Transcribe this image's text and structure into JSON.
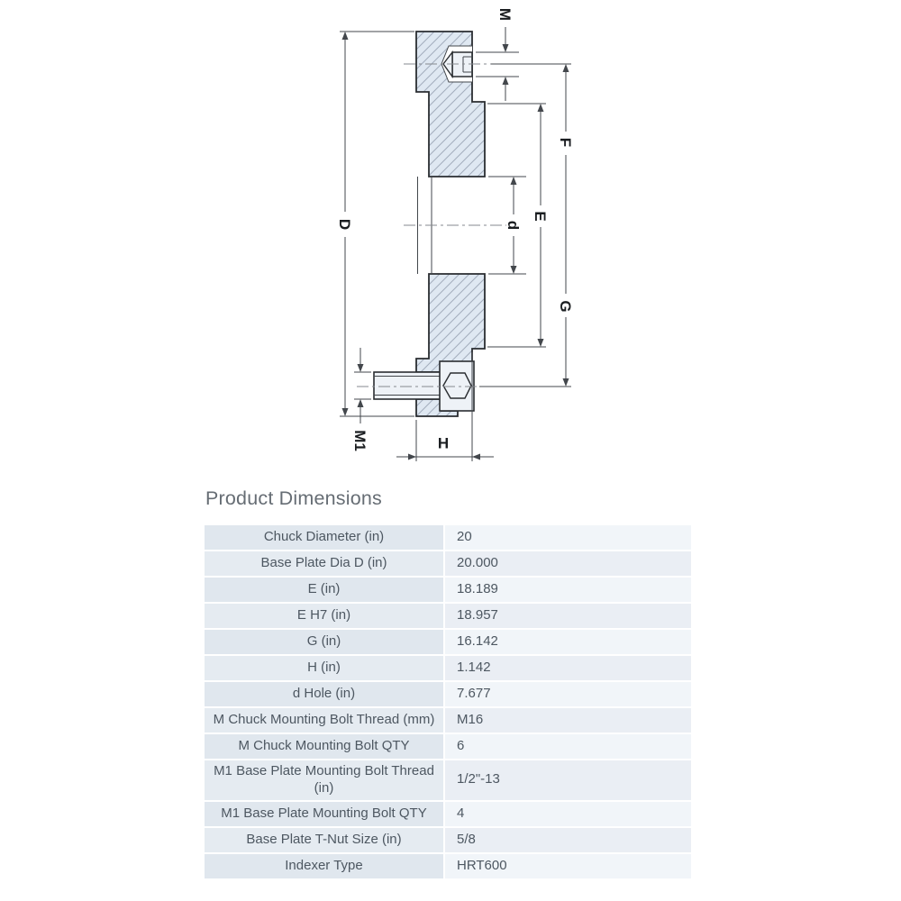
{
  "drawing": {
    "dim_labels": {
      "D": "D",
      "M": "M",
      "F": "F",
      "E": "E",
      "d": "d",
      "G": "G",
      "H": "H",
      "M1": "M1"
    },
    "colors": {
      "fill": "#dfe8f2",
      "hatch": "#a3adbd",
      "outline": "#2a2d31",
      "dimension": "#43474c"
    }
  },
  "section_title": "Product Dimensions",
  "table": {
    "rows": [
      {
        "label": "Chuck Diameter (in)",
        "value": "20"
      },
      {
        "label": "Base Plate Dia D (in)",
        "value": "20.000"
      },
      {
        "label": "E (in)",
        "value": "18.189"
      },
      {
        "label": "E H7 (in)",
        "value": "18.957"
      },
      {
        "label": "G (in)",
        "value": "16.142"
      },
      {
        "label": "H (in)",
        "value": "1.142"
      },
      {
        "label": "d Hole (in)",
        "value": "7.677"
      },
      {
        "label": "M Chuck Mounting Bolt Thread (mm)",
        "value": "M16"
      },
      {
        "label": "M Chuck Mounting Bolt QTY",
        "value": "6"
      },
      {
        "label": "M1 Base Plate Mounting Bolt Thread (in)",
        "value": "1/2\"-13"
      },
      {
        "label": "M1 Base Plate Mounting Bolt QTY",
        "value": "4"
      },
      {
        "label": "Base Plate T-Nut Size (in)",
        "value": "5/8"
      },
      {
        "label": "Indexer Type",
        "value": "HRT600"
      }
    ]
  }
}
